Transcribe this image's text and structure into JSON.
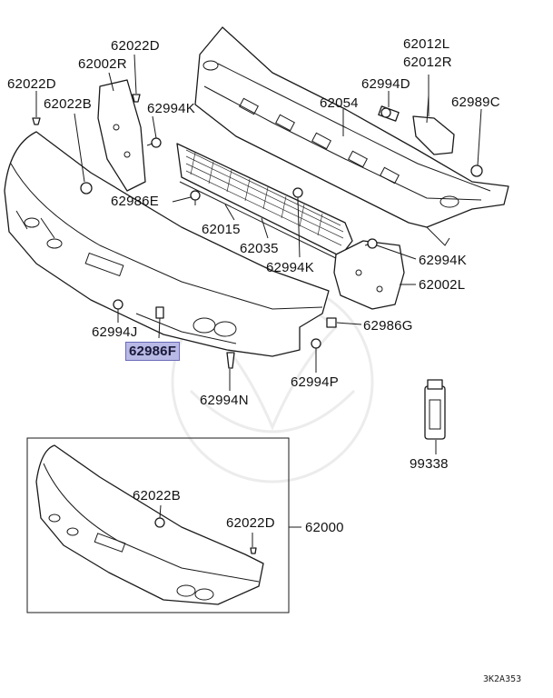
{
  "labels": {
    "p62022D_top": "62022D",
    "p62002R": "62002R",
    "p62022D_left": "62022D",
    "p62022B_left": "62022B",
    "p62994K_upper": "62994K",
    "p62012L": "62012L",
    "p62012R": "62012R",
    "p62994D": "62994D",
    "p62054": "62054",
    "p62989C": "62989C",
    "p62986E": "62986E",
    "p62015": "62015",
    "p62035": "62035",
    "p62994K_mid": "62994K",
    "p62994K_right": "62994K",
    "p62002L": "62002L",
    "p62986G": "62986G",
    "p62994J": "62994J",
    "p62986F": "62986F",
    "p62994P": "62994P",
    "p62994N": "62994N",
    "p99338": "99338",
    "p62022B_inset": "62022B",
    "p62022D_inset": "62022D",
    "p62000": "62000"
  },
  "highlighted_part": "62986F",
  "diagram_code": "3K2A353",
  "colors": {
    "highlight_fill": "#b9b9e6",
    "highlight_border": "#6a6ab8",
    "line": "#1a1a1a"
  }
}
